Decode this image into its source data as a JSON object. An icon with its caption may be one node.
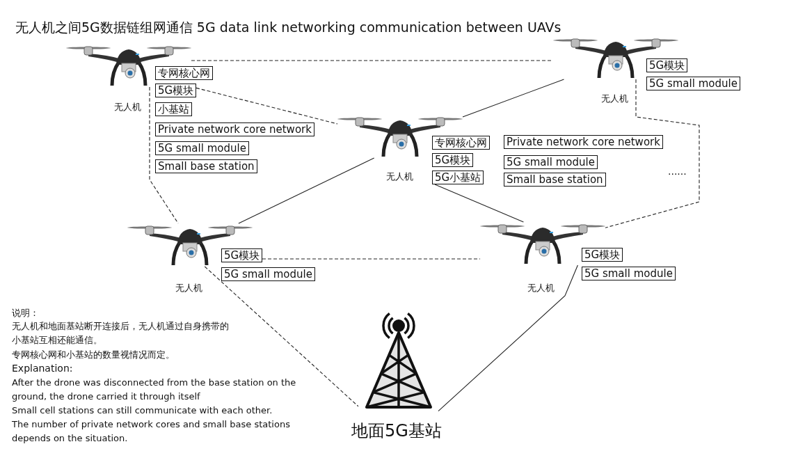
{
  "diagram": {
    "title": "无人机之间5G数据链组网通信 5G data link networking communication between UAVs",
    "nodes": [
      {
        "text": [],
        "shape": "picture",
        "beside": [
          "无人机"
        ]
      },
      {
        "text": [
          "专网核心网"
        ]
      },
      {
        "text": [
          "5G模块"
        ]
      },
      {
        "text": [
          "小基站"
        ]
      },
      {
        "text": [
          "Private network core network"
        ]
      },
      {
        "text": [
          "5G small module"
        ]
      },
      {
        "text": [
          "Small base station"
        ]
      },
      {
        "text": [],
        "shape": "picture",
        "beside": [
          "无人机"
        ]
      },
      {
        "text": [
          "5G模块"
        ]
      },
      {
        "text": [
          "5G small module"
        ]
      },
      {
        "text": [],
        "shape": "picture",
        "beside": [
          "无人机"
        ]
      },
      {
        "text": [
          "专网核心网"
        ]
      },
      {
        "text": [
          "5G模块"
        ]
      },
      {
        "text": [
          "5G小基站"
        ]
      },
      {
        "text": [
          "Private network core network"
        ]
      },
      {
        "text": [
          "5G small module"
        ]
      },
      {
        "text": [
          "Small base station"
        ]
      },
      {
        "text": [],
        "shape": "picture",
        "beside": [
          "无人机"
        ]
      },
      {
        "text": [
          "5G模块"
        ]
      },
      {
        "text": [
          "5G small module"
        ]
      },
      {
        "text": [],
        "shape": "picture",
        "beside": [
          "无人机"
        ]
      },
      {
        "text": [
          "5G模块"
        ]
      },
      {
        "text": [
          "5G small module"
        ]
      },
      {
        "text": [],
        "shape": "picture",
        "beside": [
          "地面5G基站"
        ]
      }
    ],
    "edges": [
      {
        "from": 0,
        "to": 7,
        "arrow": "none",
        "style": "dashed"
      },
      {
        "from": 2,
        "to": 10,
        "arrow": "none",
        "style": "dashed"
      },
      {
        "from": 0,
        "to": 17,
        "arrow": "none",
        "style": "dashed"
      },
      {
        "from": 10,
        "to": 7,
        "arrow": "none"
      },
      {
        "from": 10,
        "to": 17,
        "arrow": "none"
      },
      {
        "from": 13,
        "to": 20,
        "arrow": "none"
      },
      {
        "from": 7,
        "to": 20,
        "arrow": "none",
        "style": "dashed"
      },
      {
        "from": 18,
        "to": 20,
        "arrow": "none",
        "style": "dashed"
      },
      {
        "from": 17,
        "to": 23,
        "arrow": "none",
        "style": "dashed"
      },
      {
        "from": 20,
        "to": 23,
        "arrow": "none"
      }
    ],
    "labels": [
      "......",
      "说明：",
      "无人机和地面基站断开连接后，无人机通过自身携带的小基站互相还能通信。",
      "专网核心网和小基站的数量视情况而定。",
      "Explanation:",
      "After the drone was disconnected from the base station on the ground, the drone carried it through itself",
      "Small cell stations can still communicate with each other.",
      "The number of private network cores and small base stations depends on the situation."
    ]
  }
}
